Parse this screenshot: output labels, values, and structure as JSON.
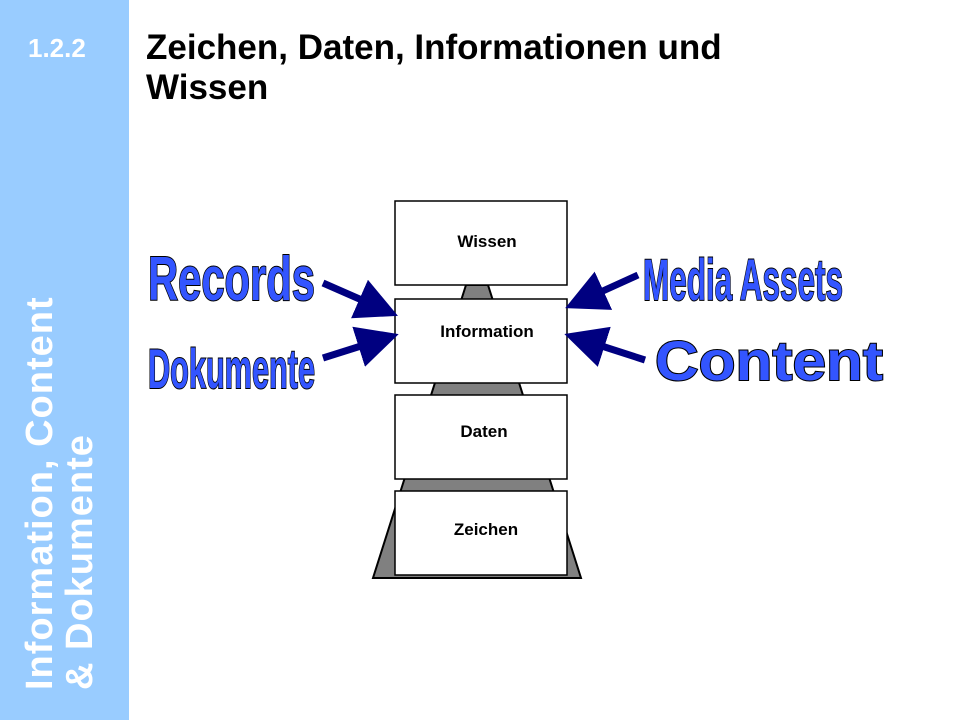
{
  "section": {
    "number": "1.2.2"
  },
  "sidebar": {
    "title_line1": "Information, Content",
    "title_line2": "& Dokumente"
  },
  "header": {
    "title_line1": "Zeichen, Daten, Informationen und",
    "title_line2": "Wissen"
  },
  "diagram": {
    "levels": [
      "Wissen",
      "Information",
      "Daten",
      "Zeichen"
    ],
    "left_terms": [
      "Records",
      "Dokumente"
    ],
    "right_terms": [
      "Media Assets",
      "Content"
    ]
  },
  "colors": {
    "sidebar": "#99ccff",
    "pyramid": "#808080",
    "arrow": "#000080",
    "word_art_fill": "#3355ff"
  }
}
